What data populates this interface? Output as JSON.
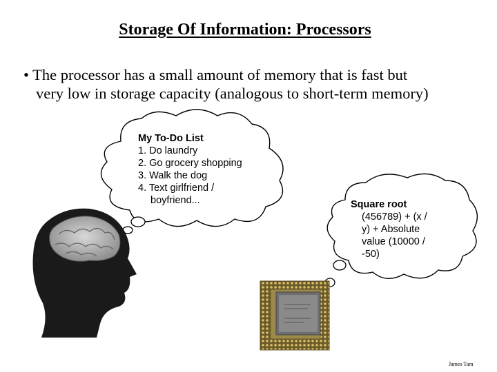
{
  "slide": {
    "title": "Storage Of Information: Processors",
    "bullet_line1": "• The processor has a small amount of memory that is fast but",
    "bullet_line2": "very low in storage capacity (analogous to short-term memory)"
  },
  "todo_cloud": {
    "heading": "My To-Do List",
    "items": [
      "1. Do laundry",
      "2. Go grocery shopping",
      "3. Walk the dog",
      "4. Text girlfriend /"
    ],
    "continuation": "boyfriend..."
  },
  "processor_cloud": {
    "line1": "Square root",
    "line2": "(456789) + (x /",
    "line3": "y) + Absolute",
    "line4": "value (10000 /",
    "line5": "-50)"
  },
  "footer": {
    "author": "James Tam"
  },
  "images": {
    "head": "human-head-brain-icon",
    "chip": "processor-chip-icon"
  }
}
